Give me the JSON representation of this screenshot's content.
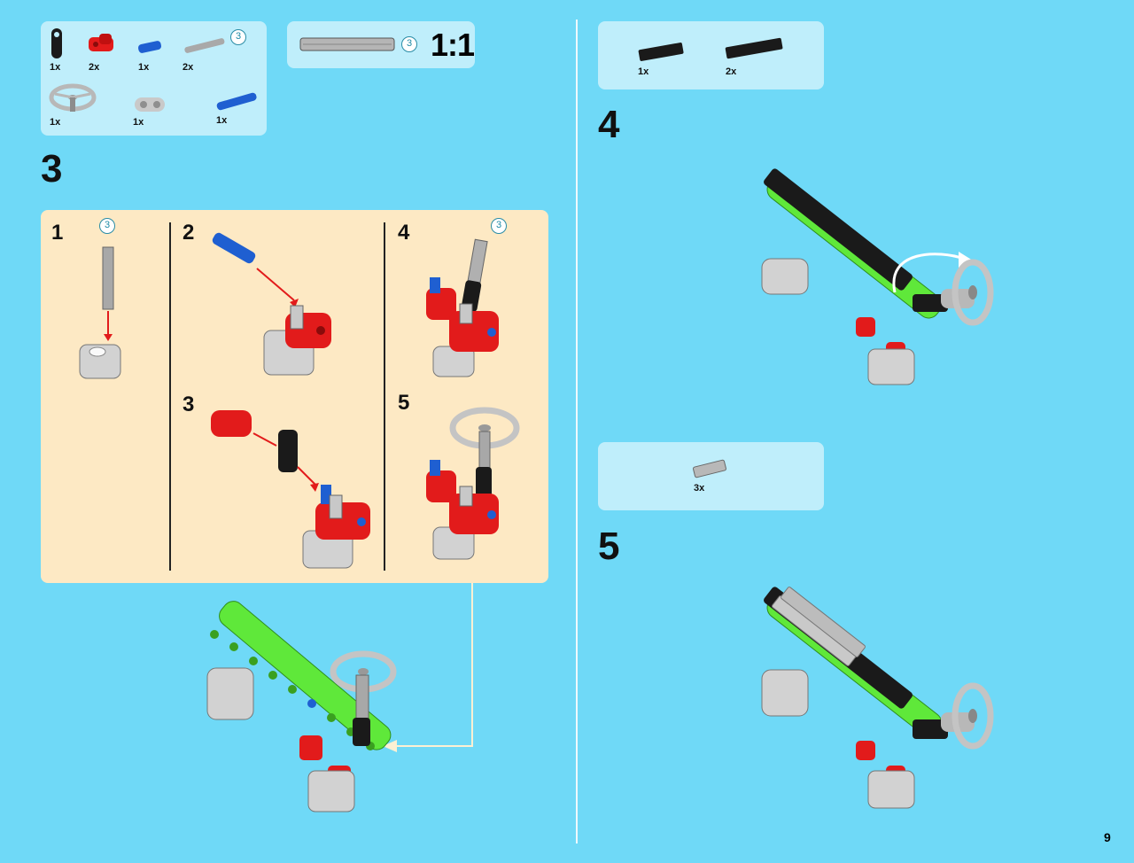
{
  "page": {
    "number": "9"
  },
  "left": {
    "parts_box": {
      "items": [
        {
          "qty": "1x",
          "icon": "black-axle-connector"
        },
        {
          "qty": "2x",
          "icon": "red-pin-connector"
        },
        {
          "qty": "1x",
          "icon": "blue-pin"
        },
        {
          "qty": "2x",
          "icon": "grey-axle-3",
          "length": "3"
        },
        {
          "qty": "1x",
          "icon": "steering-wheel"
        },
        {
          "qty": "1x",
          "icon": "grey-connector"
        },
        {
          "qty": "1x",
          "icon": "blue-long-pin"
        }
      ]
    },
    "scale_box": {
      "length": "3",
      "ratio": "1:1"
    },
    "step": "3",
    "substeps": [
      {
        "num": "1",
        "length": "3"
      },
      {
        "num": "2"
      },
      {
        "num": "3"
      },
      {
        "num": "4",
        "length": "3"
      },
      {
        "num": "5"
      }
    ]
  },
  "right": {
    "parts_box_top": {
      "items": [
        {
          "qty": "1x",
          "icon": "black-plate-1x4"
        },
        {
          "qty": "2x",
          "icon": "black-plate-1x6"
        }
      ]
    },
    "step_top": "4",
    "parts_box_bottom": {
      "items": [
        {
          "qty": "3x",
          "icon": "grey-plate-1x4"
        }
      ]
    },
    "step_bottom": "5"
  },
  "colors": {
    "background": "#6fd9f7",
    "parts_box": "#bfeefb",
    "substep_box": "#fde9c4",
    "brick_green": "#5fe83a",
    "brick_red": "#e21b1b",
    "brick_blue": "#1f5fd1",
    "brick_black": "#1a1a1a",
    "brick_grey": "#c9c9c9"
  }
}
